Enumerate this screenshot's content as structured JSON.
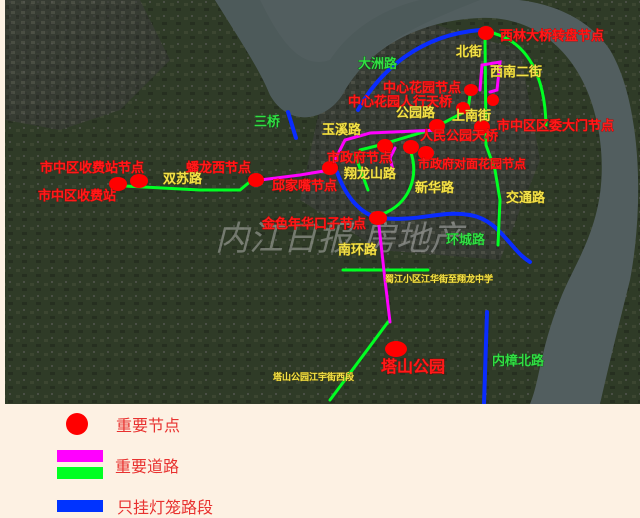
{
  "map": {
    "watermark": "内江日报 房地产",
    "nodes": [
      "市中区收费站节点",
      "蟠龙西节点",
      "邱家嘴节点",
      "市政府节点",
      "市政府对面花园节点",
      "金色年华口子节点",
      "中心花园节点",
      "中心花园人行天桥",
      "市中区区委大门节点",
      "人民公园天桥",
      "西林大桥转盘节点",
      "塔山公园"
    ],
    "places": [
      "市中区收费站"
    ],
    "roads_yellow": [
      "双苏路",
      "翔龙山路",
      "新华路",
      "交通路",
      "南环路",
      "玉溪路",
      "公园路",
      "上南街",
      "北街",
      "西南二街",
      "蜀江小区江华街至翔龙中学",
      "塔山公园江宇街西段"
    ],
    "roads_green": [
      "大洲路",
      "三桥",
      "环城路",
      "内樟北路"
    ]
  },
  "legend": {
    "items": [
      {
        "label": "重要节点",
        "color": "#ff0000"
      },
      {
        "label": "重要道路",
        "colors": [
          "#ff00ff",
          "#00ff22"
        ]
      },
      {
        "label": "只挂灯笼路段",
        "color": "#0033ff"
      }
    ]
  },
  "colors": {
    "node": "#ff0000",
    "major_road_magenta": "#ff00ff",
    "major_road_green": "#00ff22",
    "lantern_road": "#0033ff",
    "river": "#4c5a5c",
    "land": "#2e3a24"
  }
}
